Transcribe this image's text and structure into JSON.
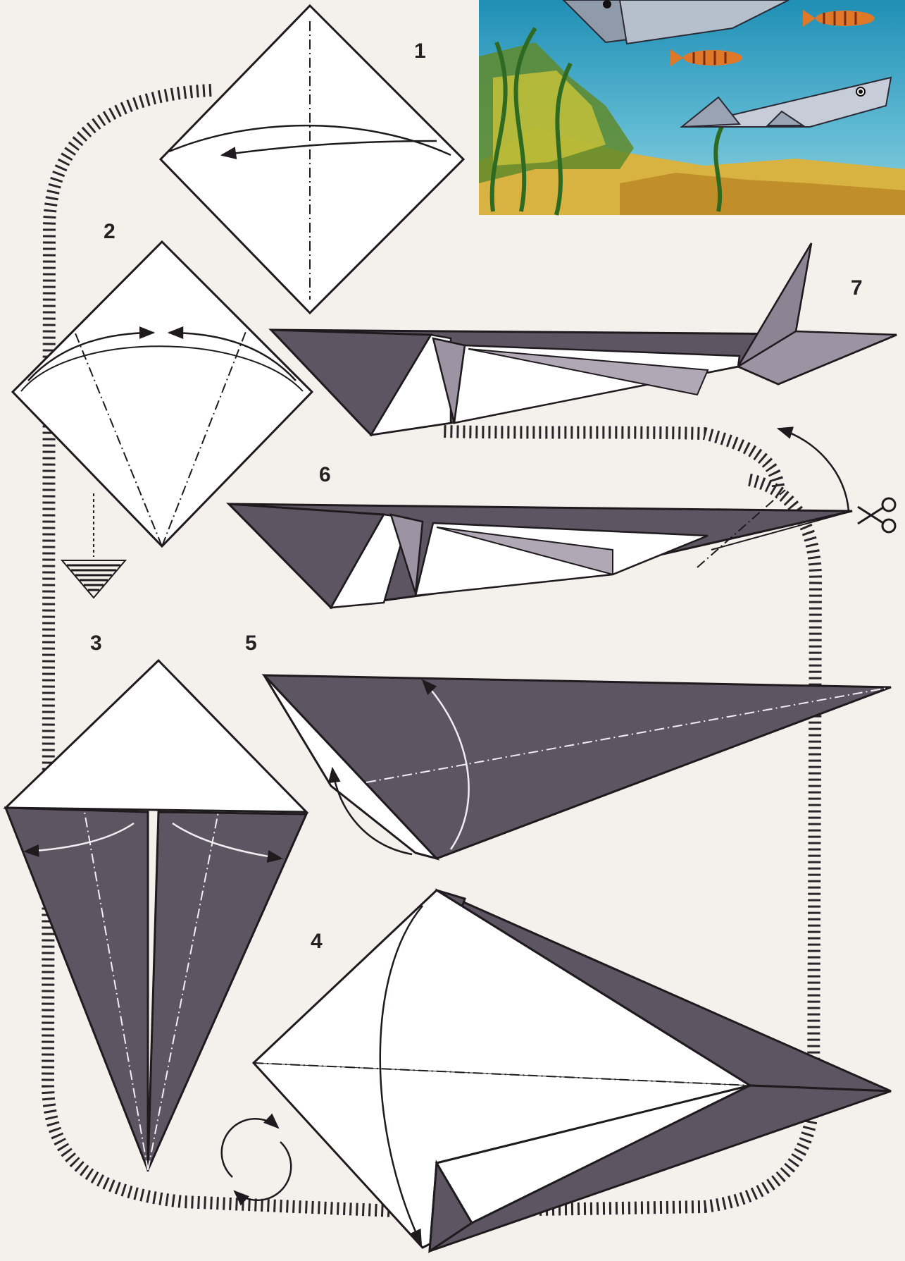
{
  "steps": [
    {
      "number": "1"
    },
    {
      "number": "2"
    },
    {
      "number": "3"
    },
    {
      "number": "4"
    },
    {
      "number": "5"
    },
    {
      "number": "6"
    },
    {
      "number": "7"
    }
  ],
  "icons": {
    "valley_fold_arrow": "valley-fold-arrow-icon",
    "turn_over": "turn-over-icon",
    "push_down": "push-down-arrow-icon",
    "cut": "scissors-icon"
  },
  "colors": {
    "paper_dark": "#5d5662",
    "paper_mid": "#8c8492",
    "paper_light": "#b0a8b5",
    "paper_white": "#ffffff",
    "line": "#1e1a1e",
    "background": "#f4f1ec",
    "water": "#3aa0c6",
    "seabed": "#d9b342"
  }
}
